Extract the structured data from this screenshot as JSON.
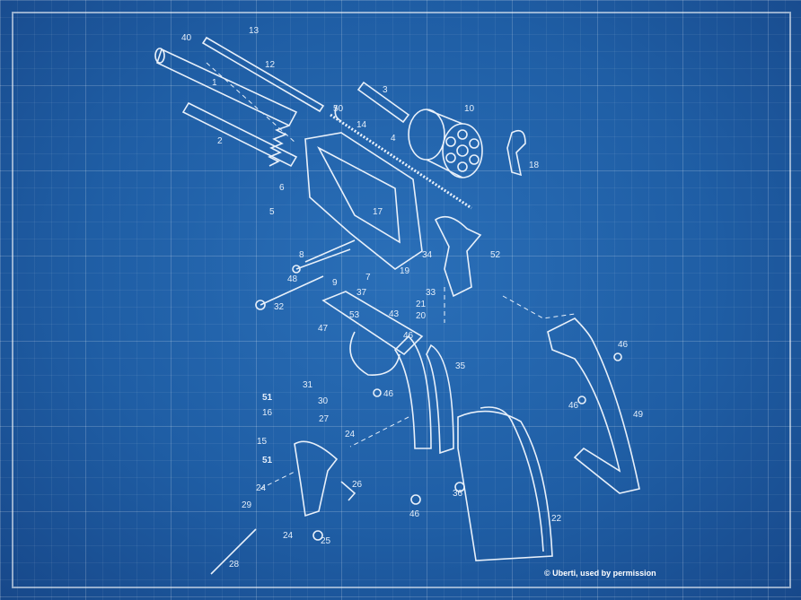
{
  "diagram": {
    "part_labels": [
      "13",
      "40",
      "12",
      "1",
      "3",
      "10",
      "50",
      "14",
      "2",
      "4",
      "18",
      "6",
      "5",
      "17",
      "8",
      "52",
      "34",
      "19",
      "48",
      "9",
      "7",
      "37",
      "33",
      "21",
      "32",
      "20",
      "53",
      "43",
      "47",
      "46",
      "46",
      "35",
      "46",
      "31",
      "46",
      "51",
      "30",
      "49",
      "16",
      "27",
      "24",
      "15",
      "51",
      "24",
      "26",
      "36",
      "29",
      "46",
      "24",
      "25",
      "22",
      "28"
    ],
    "credit": "© Uberti, used by permission",
    "colors": {
      "background": "#1f5ea5",
      "lines": "#e8f0fa"
    }
  }
}
